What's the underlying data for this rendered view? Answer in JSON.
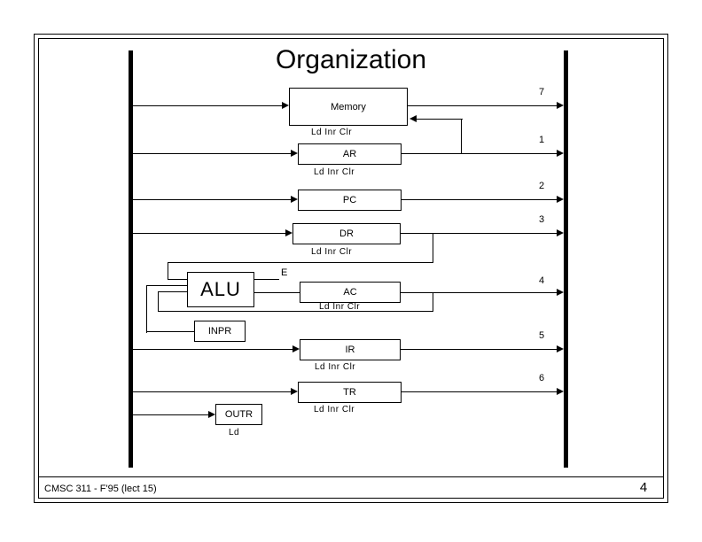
{
  "slide": {
    "title": "Organization",
    "footer": {
      "course": "CMSC 311 - F'95 (lect 15)",
      "page_number": "4"
    },
    "colors": {
      "ink": "#000000",
      "paper": "#ffffff"
    }
  },
  "diagram": {
    "type": "block-diagram",
    "description": "Basic computer register organization with common bus",
    "left_bus_label": "",
    "right_bus_label": "",
    "control_line_label": "Ld Inr  Clr",
    "load_only_label": "Ld",
    "carry_label": "E",
    "blocks": [
      {
        "id": "memory",
        "label": "Memory",
        "controls": "Ld Inr  Clr",
        "bus_number": "7"
      },
      {
        "id": "ar",
        "label": "AR",
        "controls": "Ld Inr  Clr",
        "bus_number": "1"
      },
      {
        "id": "pc",
        "label": "PC",
        "controls": "",
        "bus_number": "2"
      },
      {
        "id": "dr",
        "label": "DR",
        "controls": "Ld Inr  Clr",
        "bus_number": "3"
      },
      {
        "id": "alu",
        "label": "ALU",
        "controls": "",
        "bus_number": ""
      },
      {
        "id": "ac",
        "label": "AC",
        "controls": "Ld Inr  Clr",
        "bus_number": "4"
      },
      {
        "id": "inpr",
        "label": "INPR",
        "controls": "",
        "bus_number": ""
      },
      {
        "id": "ir",
        "label": "IR",
        "controls": "Ld Inr  Clr",
        "bus_number": "5"
      },
      {
        "id": "tr",
        "label": "TR",
        "controls": "Ld Inr  Clr",
        "bus_number": "6"
      },
      {
        "id": "outr",
        "label": "OUTR",
        "controls": "Ld",
        "bus_number": ""
      }
    ],
    "bus_numbers_top_to_bottom": [
      "7",
      "1",
      "2",
      "3",
      "4",
      "5",
      "6"
    ]
  }
}
